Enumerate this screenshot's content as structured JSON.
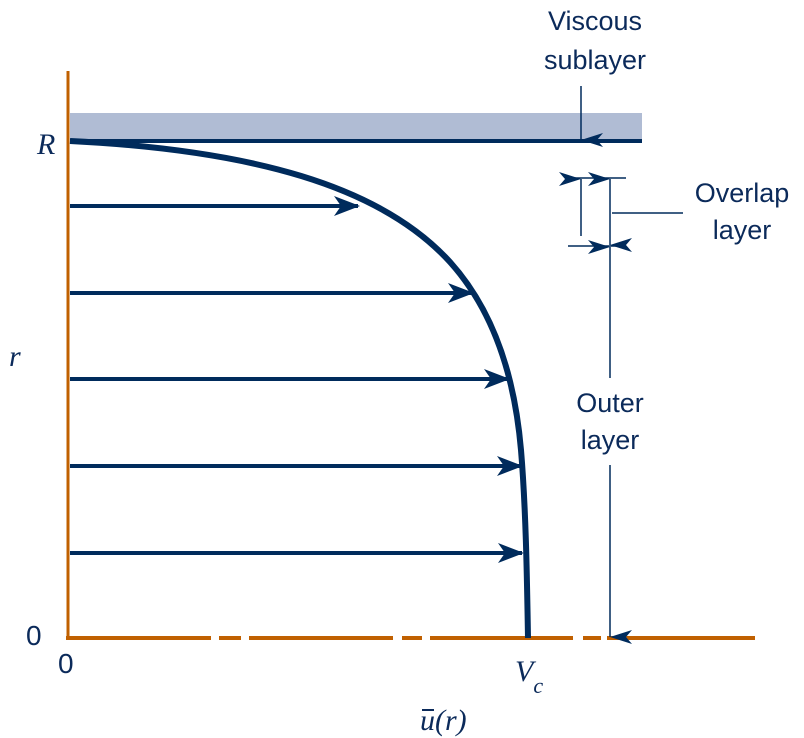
{
  "labels": {
    "viscous_line1": "Viscous",
    "viscous_line2": "sublayer",
    "overlap_line1": "Overlap",
    "overlap_line2": "layer",
    "outer_line1": "Outer",
    "outer_line2": "layer",
    "y_axis_R": "R",
    "y_axis_r": "r",
    "y_axis_zero": "0",
    "x_axis_zero": "0",
    "x_axis_Vc_main": "V",
    "x_axis_Vc_sub": "c",
    "x_axis_label_u": "u",
    "x_axis_label_rest": "(r)"
  },
  "colors": {
    "profile": "#002b5c",
    "axis": "#c06000",
    "band": "#b0bcd4",
    "text": "#0b2a5a"
  },
  "diagram": {
    "title": "Turbulent pipe velocity profile layers",
    "profile_arrow_rows": 5,
    "regions": [
      "Viscous sublayer",
      "Overlap layer",
      "Outer layer"
    ]
  }
}
